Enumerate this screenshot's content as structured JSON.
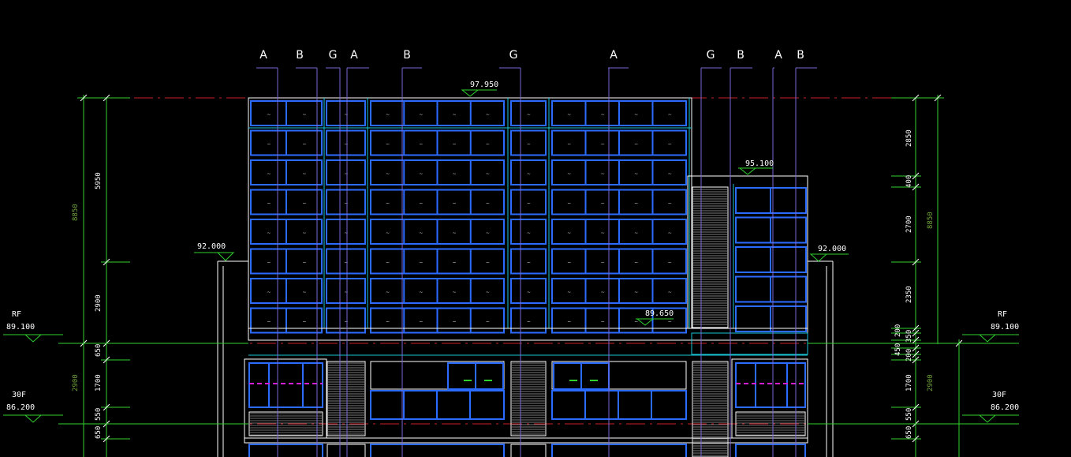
{
  "colors": {
    "background": "#000000",
    "window_frame": "#2b6bff",
    "outline": "#ffffff",
    "grid_line": "#7a68d8",
    "center_line": "#c8202a",
    "dimension": "#2fd12f",
    "dimension_text_green": "#6fa33a",
    "cyan": "#19c6d8",
    "magenta": "#d21fd2"
  },
  "grid_labels": [
    "A",
    "B",
    "G",
    "A",
    "B",
    "G",
    "A",
    "G",
    "B",
    "A",
    "B"
  ],
  "elevations": {
    "top": "97.950",
    "stair_top": "95.100",
    "left_parapet": "92.000",
    "right_parapet": "92.000",
    "mid": "89.650"
  },
  "levels": {
    "left": [
      {
        "name": "RF",
        "value": "89.100"
      },
      {
        "name": "30F",
        "value": "86.200"
      }
    ],
    "right": [
      {
        "name": "RF",
        "value": "89.100"
      },
      {
        "name": "30F",
        "value": "86.200"
      }
    ]
  },
  "dimensions_left": {
    "outer": [
      "8850",
      "2900"
    ],
    "inner": [
      "5950",
      "2900",
      "650",
      "1700",
      "550",
      "650"
    ]
  },
  "dimensions_right": {
    "outer": [
      "8850",
      "2900"
    ],
    "inner": [
      "2850",
      "400",
      "2700",
      "2350",
      "200",
      "350",
      "450",
      "200",
      "1700",
      "550",
      "650"
    ]
  }
}
